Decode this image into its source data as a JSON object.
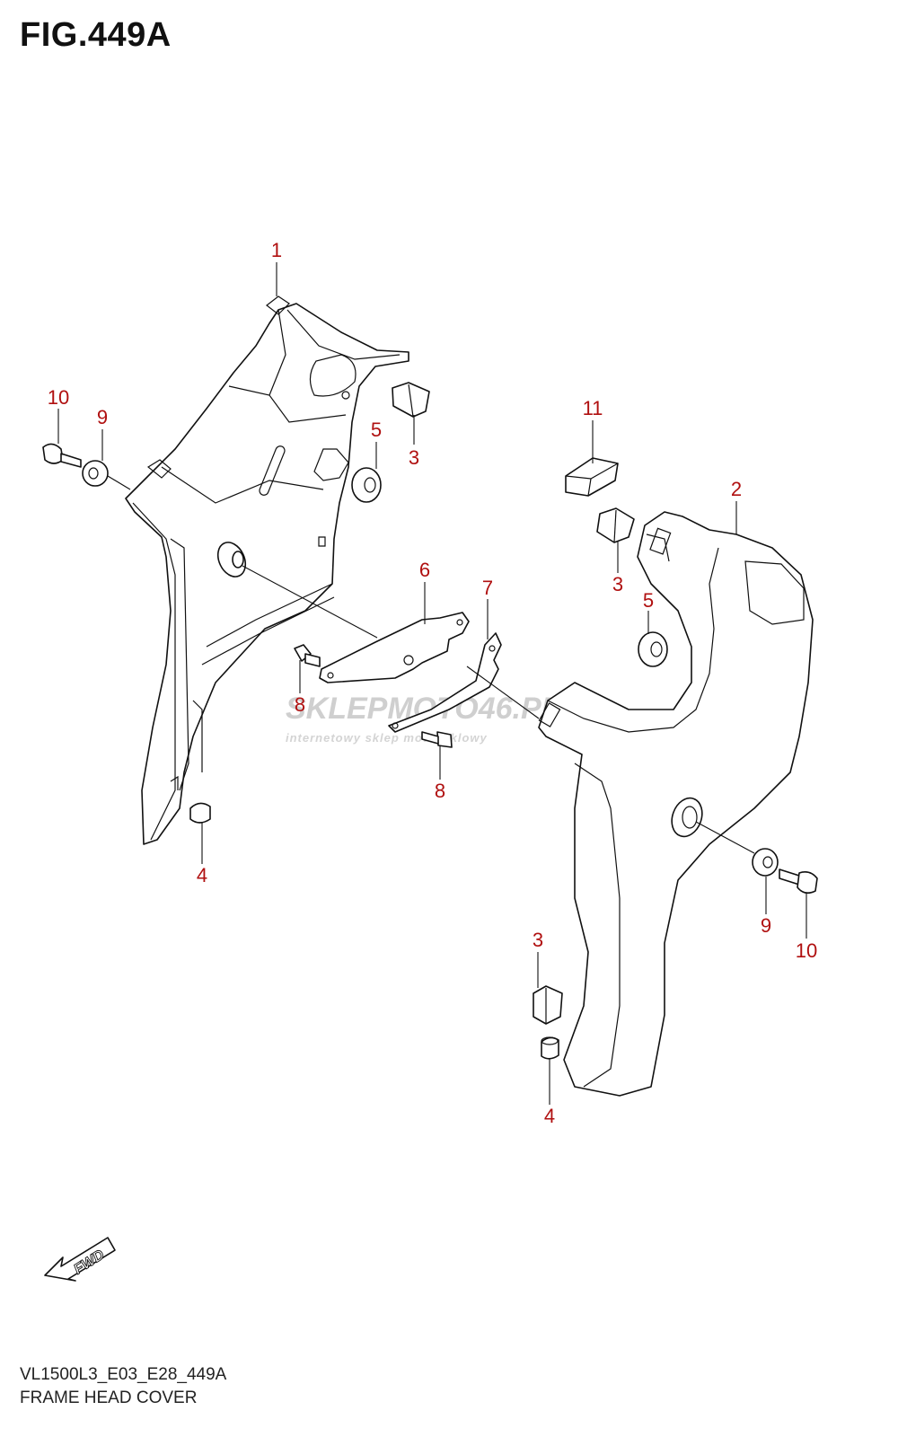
{
  "figure": {
    "title": "FIG.449A",
    "code": "VL1500L3_E03_E28_449A",
    "name": "FRAME HEAD COVER"
  },
  "watermark": {
    "main": "SKLEPMOTO46.PL",
    "sub": "internetowy sklep motocyklowy"
  },
  "fwd_label": "FWD",
  "callouts": [
    {
      "id": "c1",
      "label": "1"
    },
    {
      "id": "c2",
      "label": "2"
    },
    {
      "id": "c3a",
      "label": "3"
    },
    {
      "id": "c3b",
      "label": "3"
    },
    {
      "id": "c3c",
      "label": "3"
    },
    {
      "id": "c4a",
      "label": "4"
    },
    {
      "id": "c4b",
      "label": "4"
    },
    {
      "id": "c5a",
      "label": "5"
    },
    {
      "id": "c5b",
      "label": "5"
    },
    {
      "id": "c6",
      "label": "6"
    },
    {
      "id": "c7",
      "label": "7"
    },
    {
      "id": "c8a",
      "label": "8"
    },
    {
      "id": "c8b",
      "label": "8"
    },
    {
      "id": "c9a",
      "label": "9"
    },
    {
      "id": "c9b",
      "label": "9"
    },
    {
      "id": "c10a",
      "label": "10"
    },
    {
      "id": "c10b",
      "label": "10"
    },
    {
      "id": "c11",
      "label": "11"
    }
  ],
  "colors": {
    "callout": "#b01010",
    "line": "#111111",
    "watermark": "#cfcfcf"
  }
}
